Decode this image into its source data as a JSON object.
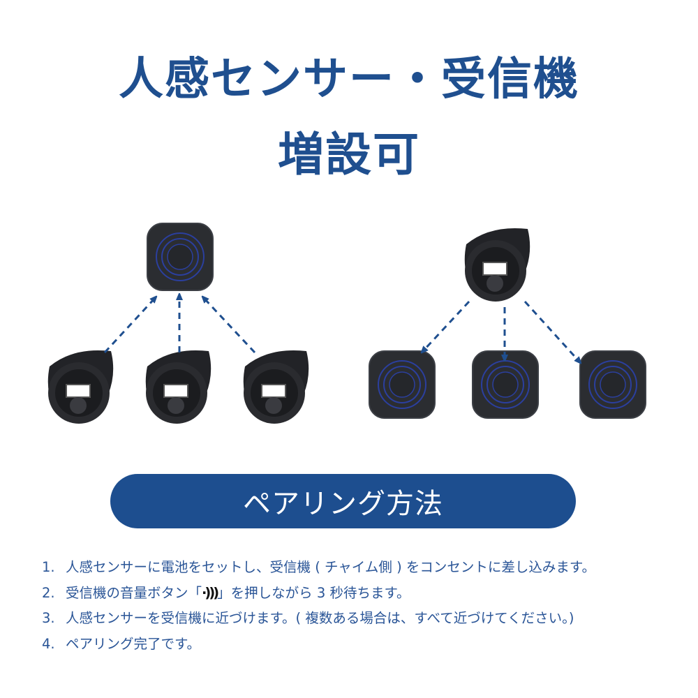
{
  "title": {
    "line1": "人感センサー・受信機",
    "line2": "増設可"
  },
  "diagram": {
    "left_group": {
      "receivers": 1,
      "sensors": 3,
      "direction": "sensors-to-receiver"
    },
    "right_group": {
      "receivers": 3,
      "sensors": 1,
      "direction": "sensor-to-receivers"
    }
  },
  "pairing_button": {
    "label": "ペアリング方法"
  },
  "steps": [
    {
      "num": "1.",
      "text": "人感センサーに電池をセットし、受信機 ( チャイム側 ) をコンセントに差し込みます。"
    },
    {
      "num": "2.",
      "text_before": "受信機の音量ボタン「",
      "icon": "sound-wave-icon",
      "icon_glyph": "·)))",
      "text_after": "」を押しながら 3 秒待ちます。"
    },
    {
      "num": "3.",
      "text": "人感センサーを受信機に近づけます。( 複数ある場合は、すべて近づけてください。)"
    },
    {
      "num": "4.",
      "text": "ペアリング完了です。"
    }
  ],
  "colors": {
    "brand": "#1d4e8f",
    "text": "#2a5597",
    "device": "#2b2d31",
    "ring": "#2b3f9e"
  }
}
